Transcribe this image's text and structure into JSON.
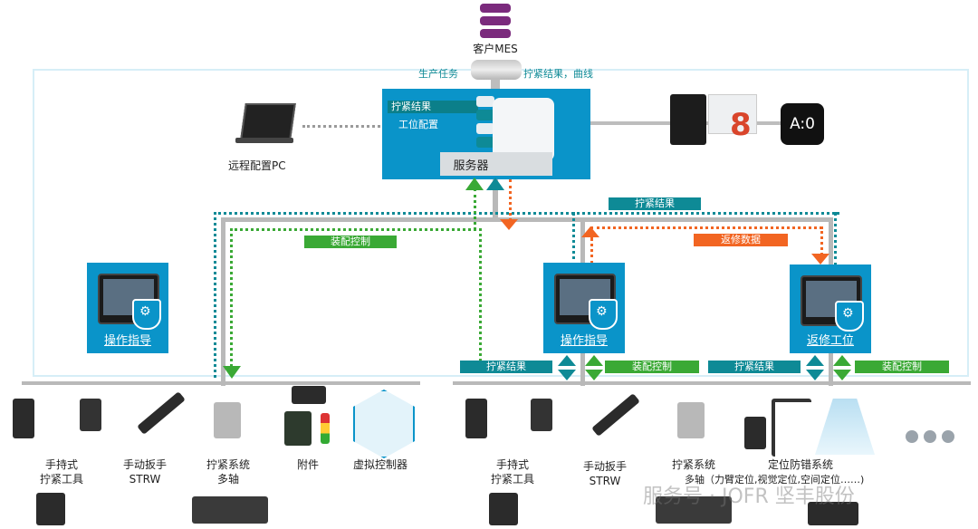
{
  "mes": {
    "label": "客户MES",
    "task_label": "生产任务",
    "result_label": "拧紧结果，曲线"
  },
  "server": {
    "label": "服务器",
    "tag_results": "拧紧结果",
    "tag_config": "工位配置"
  },
  "remote_pc": {
    "label": "远程配置PC"
  },
  "external_logo": {
    "label": "A:0"
  },
  "flows": {
    "assembly_control_left": "装配控制",
    "tightening_results_top": "拧紧结果",
    "rework_data": "返修数据"
  },
  "stations": {
    "left": {
      "label": "操作指导"
    },
    "middle": {
      "label": "操作指导",
      "tag_results": "拧紧结果",
      "tag_control": "装配控制"
    },
    "right": {
      "label": "返修工位",
      "tag_results": "拧紧结果",
      "tag_control": "装配控制"
    }
  },
  "devices_left": [
    {
      "line1": "手持式",
      "line2": "拧紧工具"
    },
    {
      "line1": "手动扳手",
      "line2": "STRW"
    },
    {
      "line1": "拧紧系统",
      "line2": "多轴"
    },
    {
      "line1": "附件",
      "line2": ""
    },
    {
      "line1": "虚拟控制器",
      "line2": ""
    }
  ],
  "devices_right": [
    {
      "line1": "手持式",
      "line2": "拧紧工具"
    },
    {
      "line1": "手动扳手",
      "line2": "STRW"
    },
    {
      "line1": "拧紧系统",
      "line2": "多轴（力臂定位,视觉定位,空间定位……)"
    },
    {
      "line1": "定位防错系统",
      "line2": ""
    }
  ],
  "watermark": "服务号 · JOFR 坚丰股份",
  "colors": {
    "teal": "#0e8a96",
    "green": "#3aa935",
    "orange": "#f26522",
    "station_blue": "#0a94c9"
  }
}
